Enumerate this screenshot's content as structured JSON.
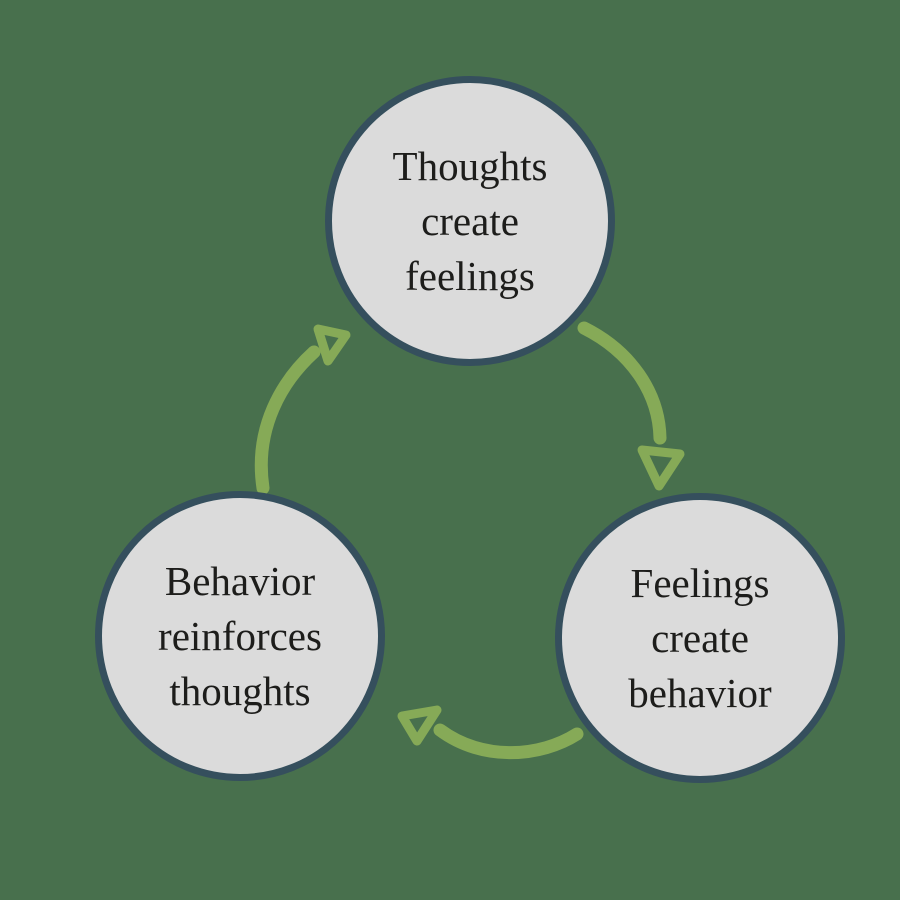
{
  "diagram_type": "cycle",
  "colors": {
    "background": "#48704D",
    "arrow": "#86AA57",
    "node_fill": "#DBDBDB",
    "node_border": "#354F5D",
    "text": "#1D1D1B"
  },
  "nodes": [
    {
      "id": "thoughts-create-feelings",
      "lines": [
        "Thoughts",
        "create",
        "feelings"
      ]
    },
    {
      "id": "feelings-create-behavior",
      "lines": [
        "Feelings",
        "create",
        "behavior"
      ]
    },
    {
      "id": "behavior-reinforces-thoughts",
      "lines": [
        "Behavior",
        "reinforces",
        "thoughts"
      ]
    }
  ],
  "arrows": [
    {
      "id": "arrow-thoughts-to-feelings",
      "from": "thoughts-create-feelings",
      "to": "feelings-create-behavior"
    },
    {
      "id": "arrow-feelings-to-behavior",
      "from": "feelings-create-behavior",
      "to": "behavior-reinforces-thoughts"
    },
    {
      "id": "arrow-behavior-to-thoughts",
      "from": "behavior-reinforces-thoughts",
      "to": "thoughts-create-feelings"
    }
  ]
}
